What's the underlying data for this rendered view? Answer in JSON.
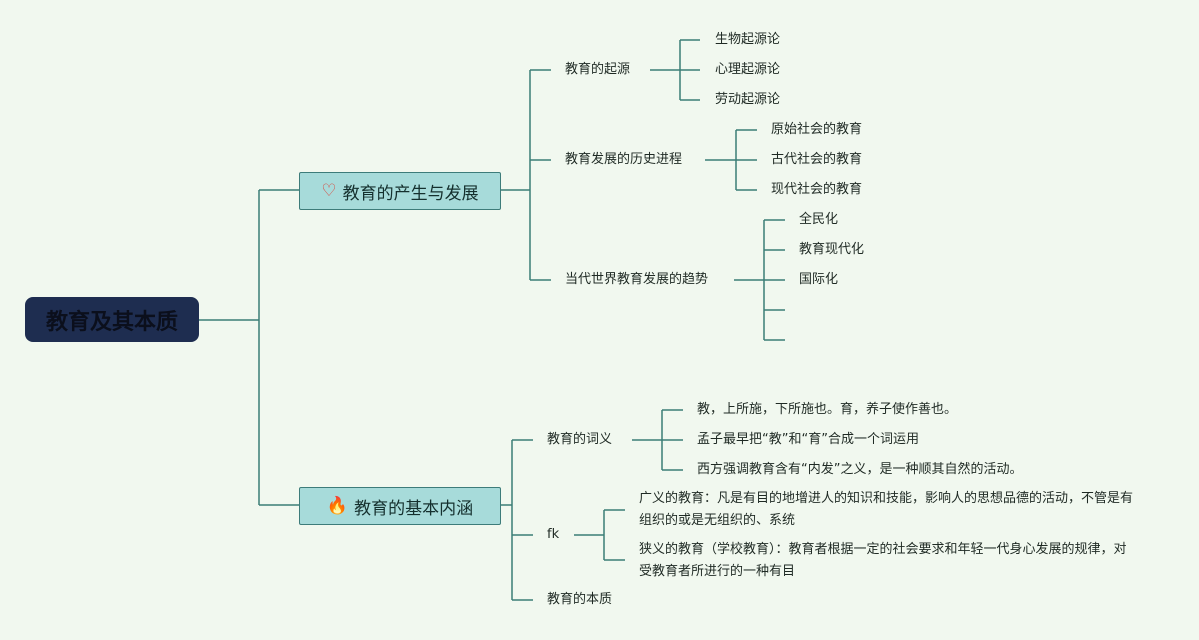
{
  "root": {
    "label": "教育及其本质"
  },
  "branch1": {
    "label": "教育的产生与发展",
    "icon": "heart-icon",
    "children": {
      "origin": {
        "label": "教育的起源",
        "items": [
          "生物起源论",
          "心理起源论",
          "劳动起源论"
        ]
      },
      "history": {
        "label": "教育发展的历史进程",
        "items": [
          "原始社会的教育",
          "古代社会的教育",
          "现代社会的教育"
        ]
      },
      "trend": {
        "label": "当代世界教育发展的趋势",
        "items": [
          "全民化",
          "教育现代化",
          "国际化",
          "",
          ""
        ]
      }
    }
  },
  "branch2": {
    "label": "教育的基本内涵",
    "icon": "fire-icon",
    "children": {
      "word": {
        "label": "教育的词义",
        "items": [
          "教，上所施，下所施也。育，养子使作善也。",
          "孟子最早把“教”和“育”合成一个词运用",
          "西方强调教育含有“内发”之义，是一种顺其自然的活动。"
        ]
      },
      "fk": {
        "label": "fk",
        "items": [
          "广义的教育：凡是有目的地增进人的知识和技能，影响人的思想品德的活动，不管是有组织的或是无组织的、系统",
          "狭义的教育（学校教育）：教育者根据一定的社会要求和年轻一代身心发展的规律，对受教育者所进行的一种有目"
        ]
      },
      "essence": {
        "label": "教育的本质"
      }
    }
  },
  "colors": {
    "connector": "#3b7d77",
    "root_bg": "#1e2d50",
    "branch_bg": "#a7dbda",
    "canvas_bg": "#f1f8ef"
  }
}
